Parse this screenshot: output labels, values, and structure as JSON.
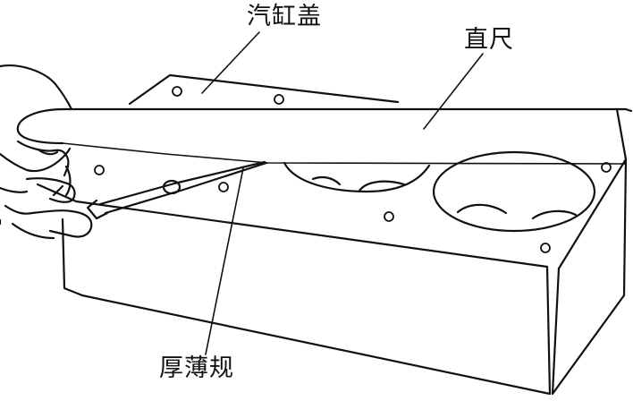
{
  "labels": {
    "cylinder_head": "汽缸盖",
    "straightedge": "直尺",
    "feeler_gauge": "厚薄规"
  },
  "colors": {
    "ink": "#111111",
    "paper": "#ffffff"
  }
}
